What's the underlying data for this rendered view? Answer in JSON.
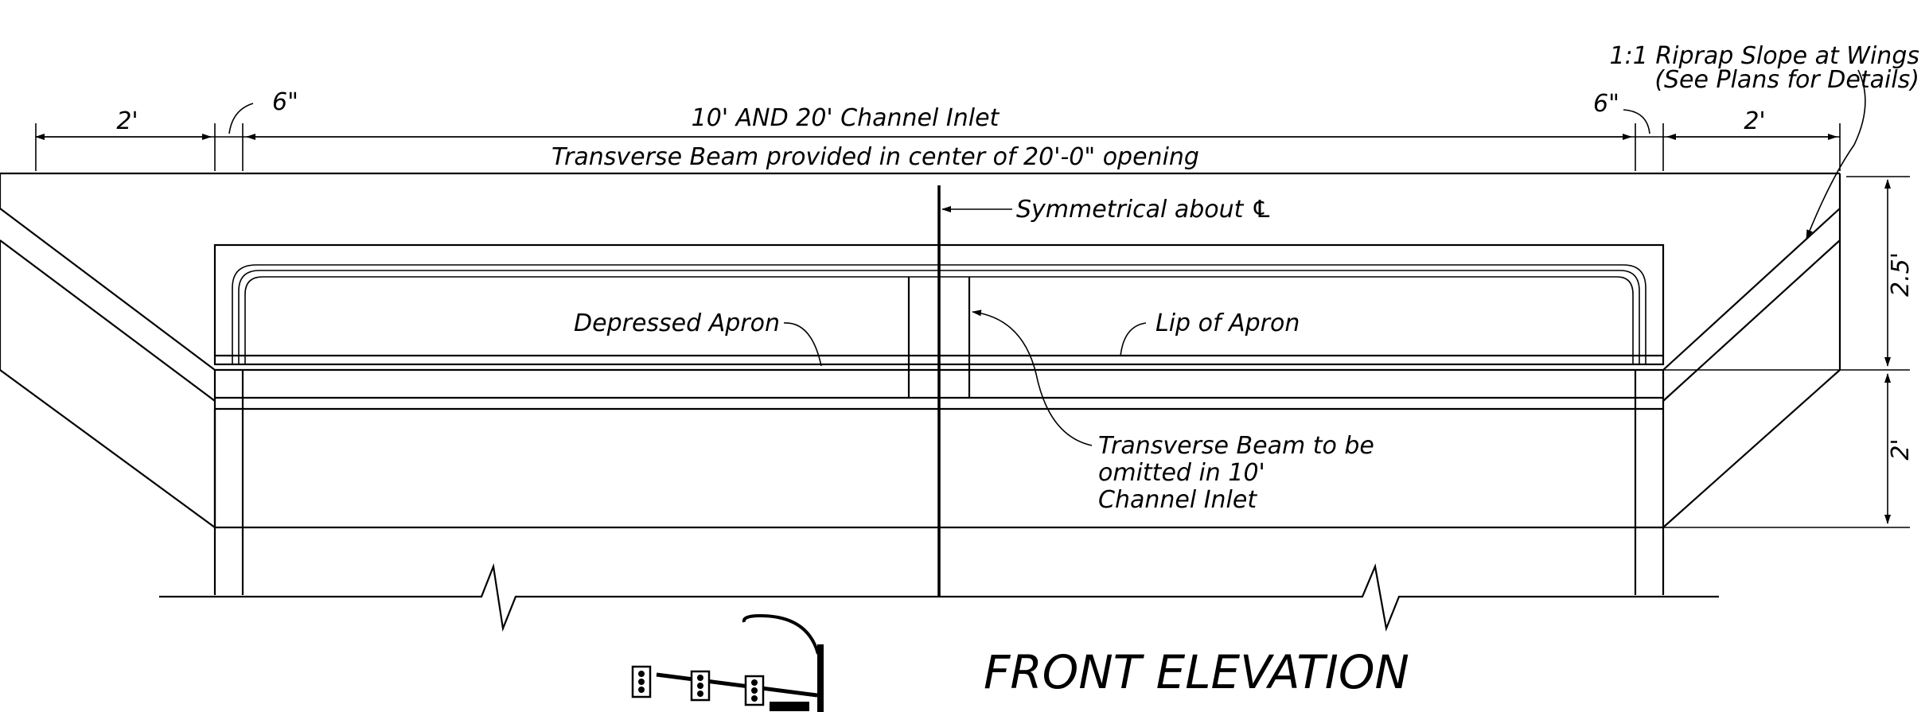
{
  "labels": {
    "riprap_line1": "1:1 Riprap Slope at Wings",
    "riprap_line2": "(See Plans for Details)",
    "dim_left_2ft": "2'",
    "dim_left_6in": "6\"",
    "title_top": "10' AND 20' Channel Inlet",
    "transverse_note": "Transverse Beam provided in center of 20'-0\" opening",
    "dim_right_6in": "6\"",
    "dim_right_2ft": "2'",
    "symmetrical": "Symmetrical about ℄",
    "depressed_apron": "Depressed Apron",
    "lip_of_apron": "Lip of Apron",
    "beam_omit_line1": "Transverse Beam to be",
    "beam_omit_line2": "omitted in 10'",
    "beam_omit_line3": "Channel Inlet",
    "dim_height_upper": "2.5'",
    "dim_height_lower": "2'",
    "view_title": "FRONT ELEVATION"
  },
  "icons": {
    "break_symbol": "break-line-icon",
    "centerline": "centerline-icon",
    "traffic_signal": "traffic-signal-icon"
  }
}
